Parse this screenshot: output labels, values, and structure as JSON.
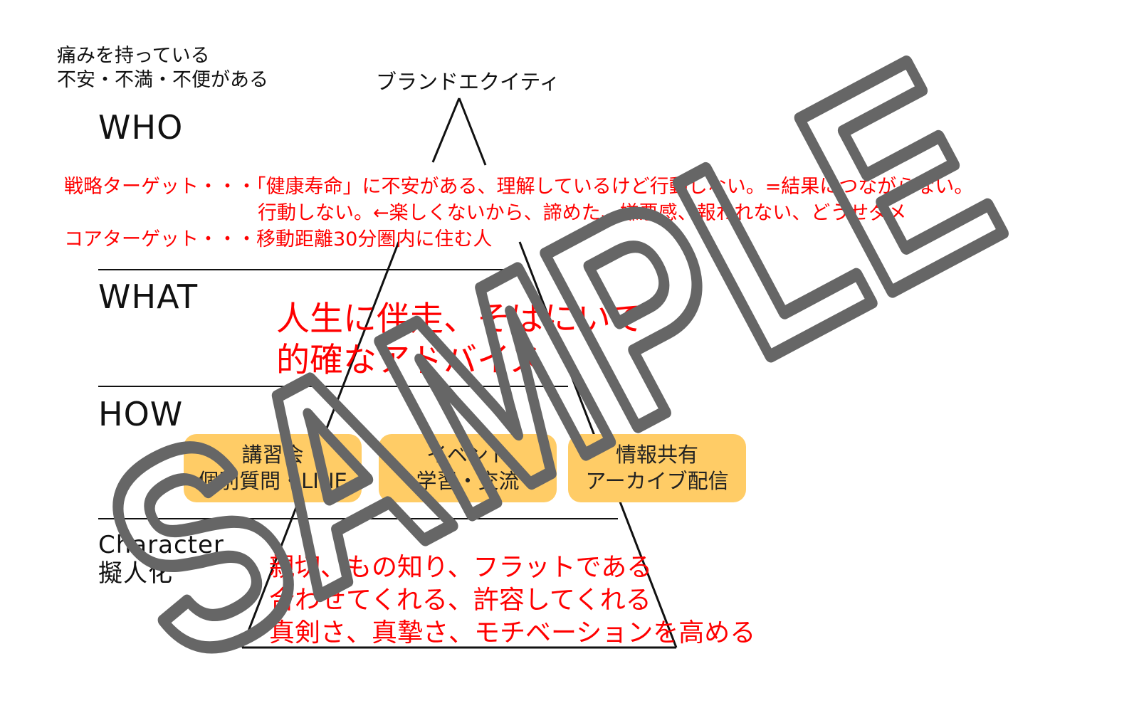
{
  "pain_lines": [
    "痛みを持っている",
    "不安・不満・不便がある"
  ],
  "apex_label": "ブランドエクイティ",
  "sections": {
    "who": "WHO",
    "what": "WHAT",
    "how": "HOW",
    "character": [
      "Character",
      "擬人化"
    ]
  },
  "targets": {
    "strategic": "戦略ターゲット・・・「健康寿命」に不安がある、理解しているけど行動しない。=結果につながらない。",
    "strategic_cont": "行動しない。←楽しくないから、諦めた、嫌悪感、報われない、どうせダメ",
    "core": "コアターゲット・・・移動距離30分圏内に住む人"
  },
  "value_lines": [
    "人生に伴走、そばにいて",
    "的確なアドバイス"
  ],
  "how_boxes": [
    {
      "line1": "講習会",
      "line2": "個別質問・LINE"
    },
    {
      "line1": "イベント",
      "line2": "学習・交流"
    },
    {
      "line1": "情報共有",
      "line2": "アーカイブ配信"
    }
  ],
  "persona_lines": [
    "親切、もの知り、フラットである",
    "合わせてくれる、許容してくれる",
    "真剣さ、真摯さ、モチベーションを高める"
  ],
  "watermark": "SAMPLE",
  "colors": {
    "text": "#111111",
    "highlight": "#ff0000",
    "box_fill": "#ffcc66",
    "watermark": "#666666"
  }
}
